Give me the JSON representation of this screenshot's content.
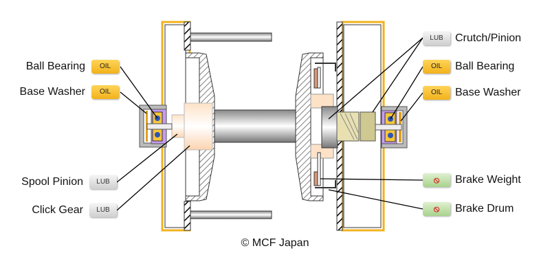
{
  "labels_left": [
    {
      "text": "Ball Bearing",
      "badge": "OIL",
      "type": "oil"
    },
    {
      "text": "Base Washer",
      "badge": "OIL",
      "type": "oil"
    },
    {
      "text": "Spool Pinion",
      "badge": "LUB",
      "type": "lub"
    },
    {
      "text": "Click Gear",
      "badge": "LUB",
      "type": "lub"
    }
  ],
  "labels_right": [
    {
      "text": "Crutch/Pinion",
      "badge": "LUB",
      "type": "lub"
    },
    {
      "text": "Ball Bearing",
      "badge": "OIL",
      "type": "oil"
    },
    {
      "text": "Base Washer",
      "badge": "OIL",
      "type": "oil"
    },
    {
      "text": "Brake Weight",
      "badge": "prohibited-icon",
      "type": "no"
    },
    {
      "text": "Brake Drum",
      "badge": "prohibited-icon",
      "type": "no"
    }
  ],
  "copyright": "© MCF Japan",
  "colors": {
    "oil": "#f5b82a",
    "lub": "#dcdcdc",
    "no_lube": "#b8dba0",
    "frame": "#f2b21c",
    "bearing_ring": "#c79cf0"
  }
}
